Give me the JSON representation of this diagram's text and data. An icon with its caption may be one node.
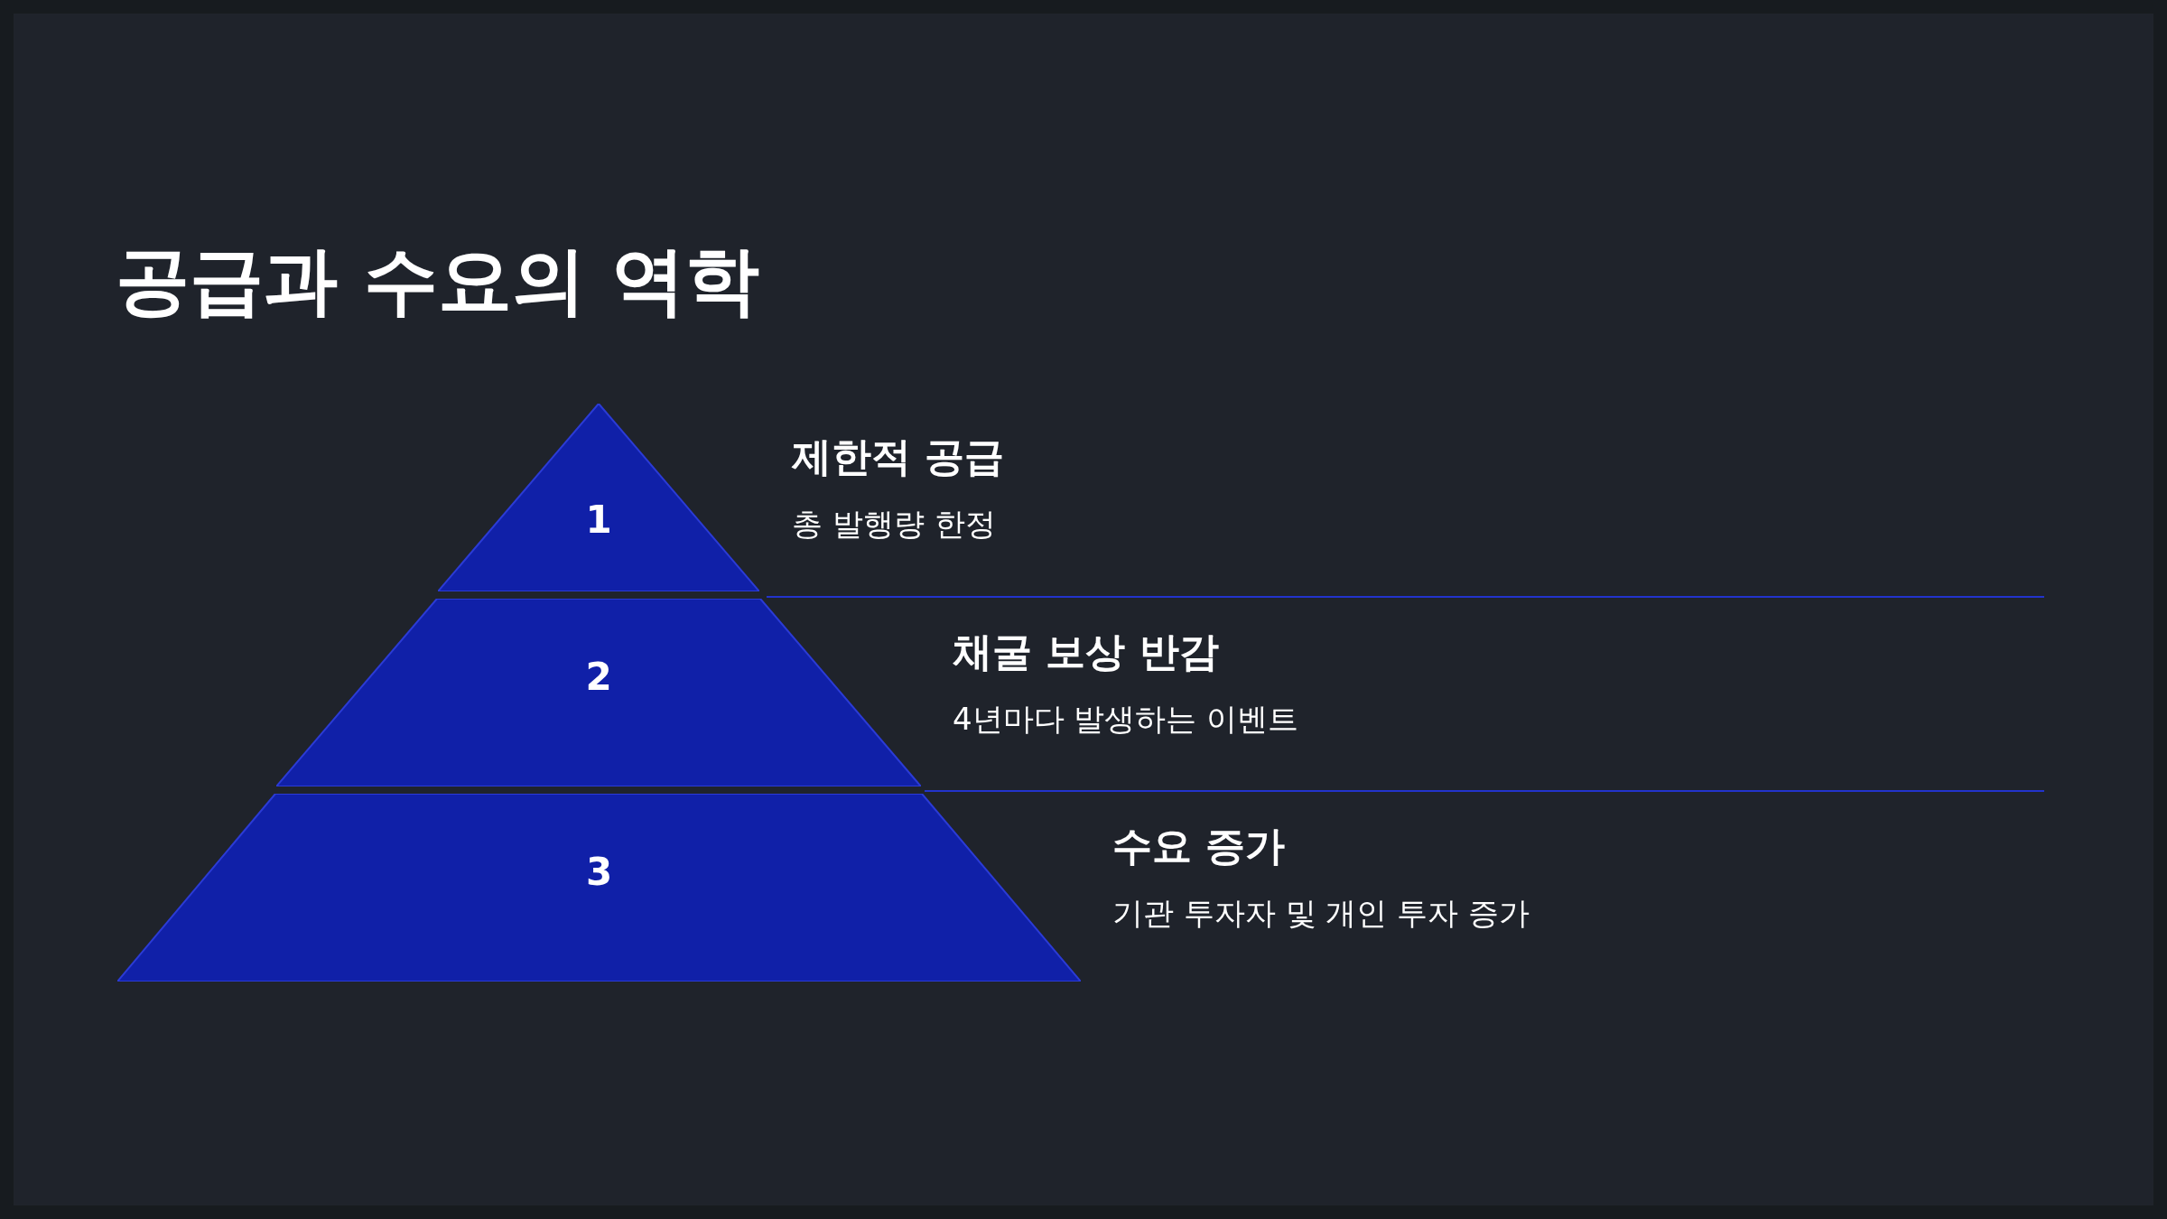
{
  "diagram": {
    "title": "공급과 수요의 역학",
    "nodes": [
      {
        "text": [
          "1"
        ],
        "beside": [
          "제한적 공급",
          "총 발행량 한정"
        ]
      },
      {
        "text": [
          "2"
        ],
        "beside": [
          "채굴 보상 반감",
          "4년마다 발생하는 이벤트"
        ]
      },
      {
        "text": [
          "3"
        ],
        "beside": [
          "수요 증가",
          "기관 투자자 및 개인 투자 증가"
        ]
      }
    ],
    "edges": []
  }
}
